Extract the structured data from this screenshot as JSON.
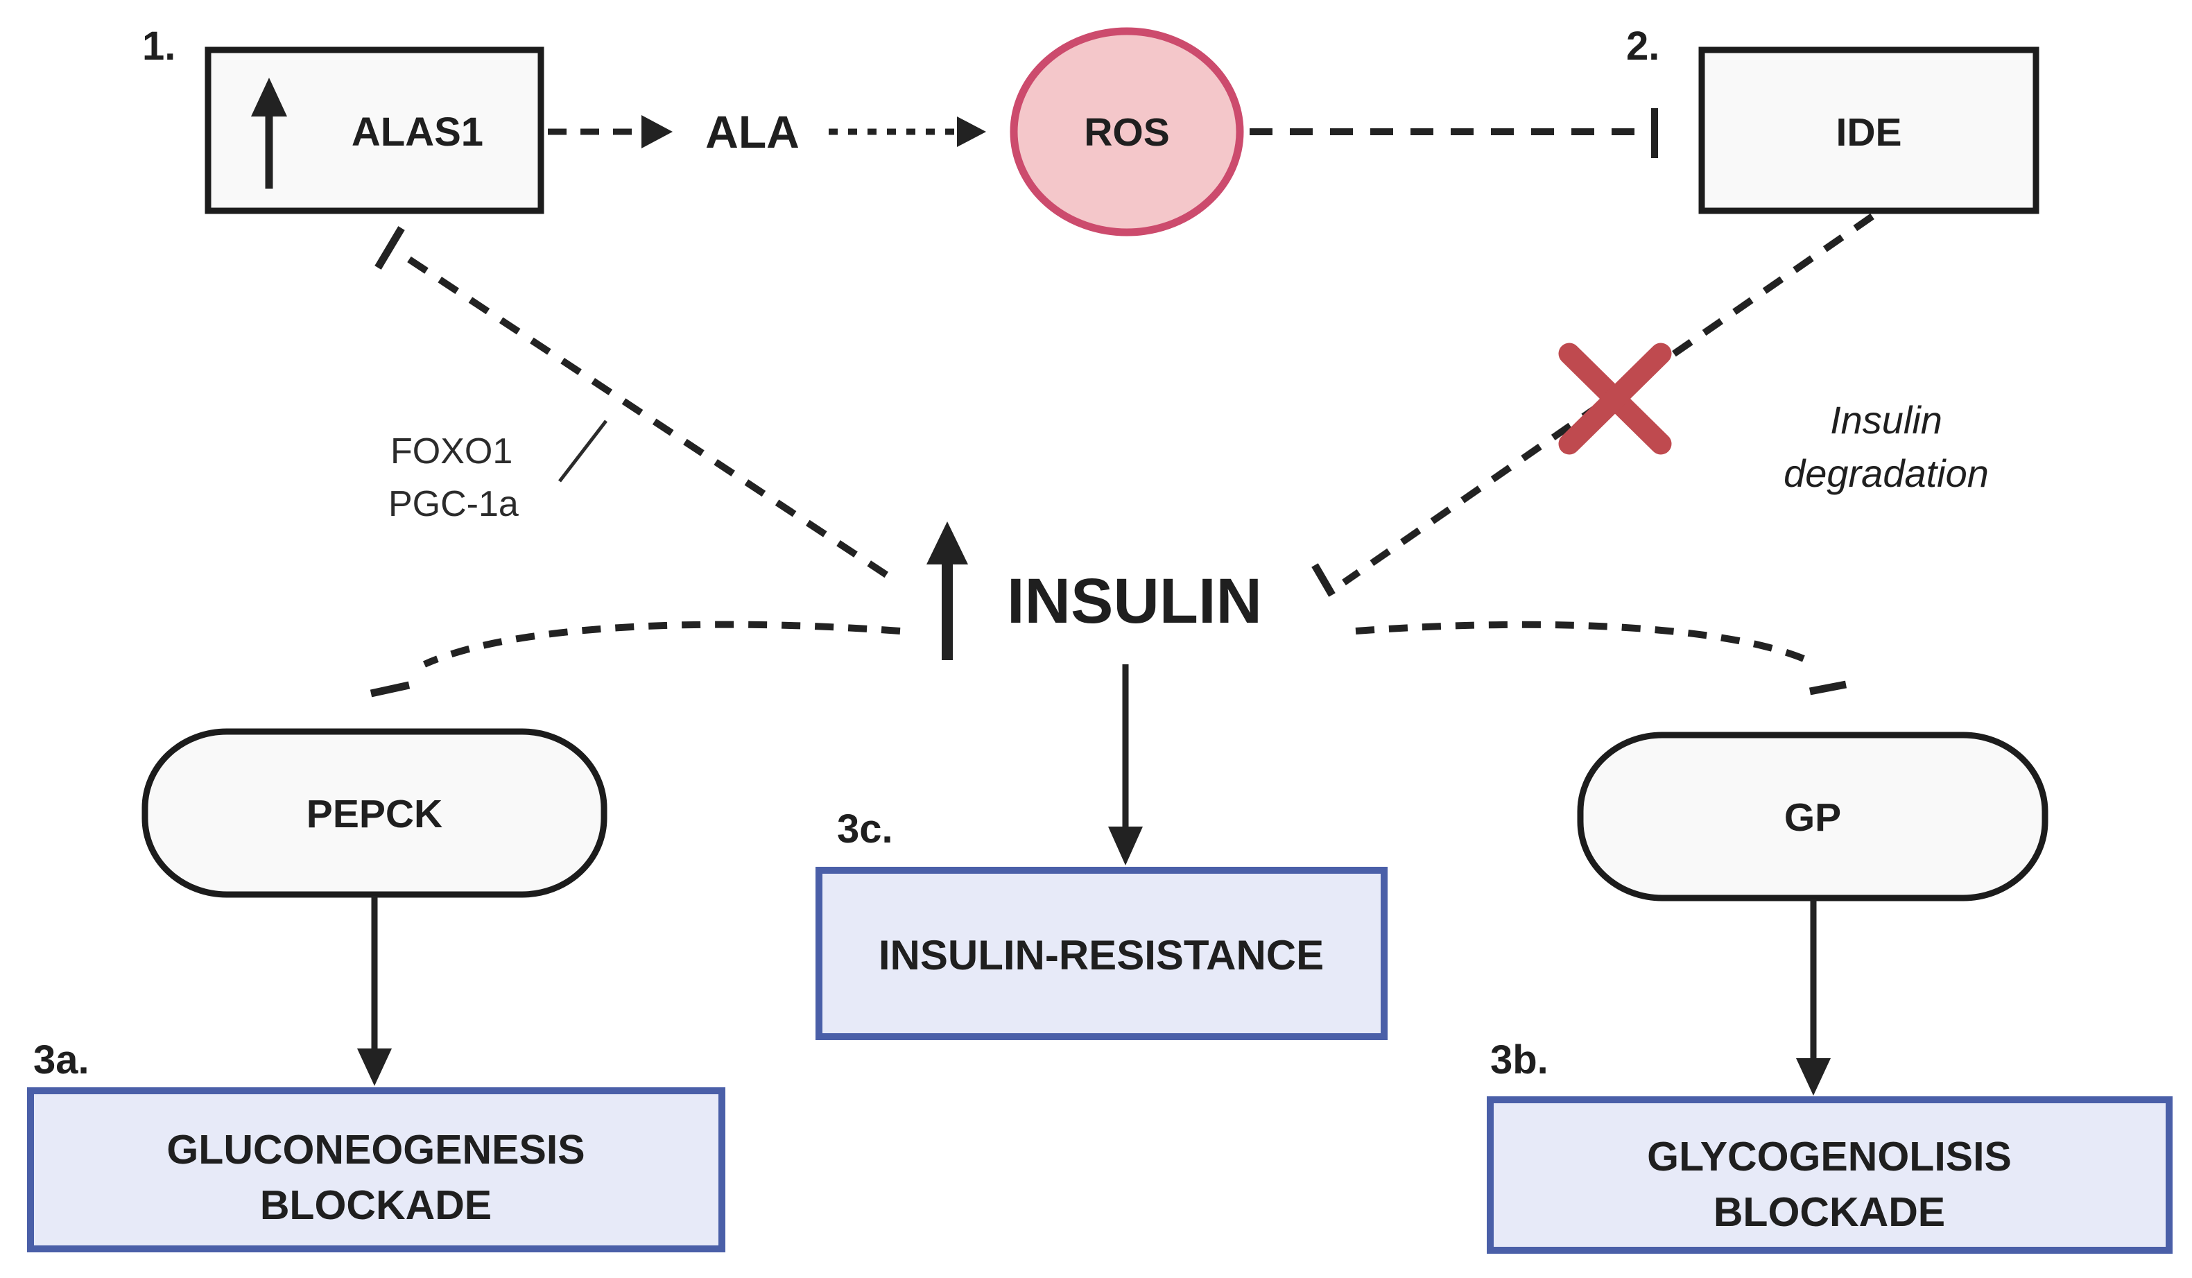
{
  "diagram": {
    "title_implicit": "Insulin pathway blockade diagram",
    "colors": {
      "background": "#ffffff",
      "line": "#222222",
      "text": "#1f1f1f",
      "node_fill": "#f9f9f9",
      "node_border": "#1c1c1c",
      "ros_fill": "#f4c7ca",
      "ros_border": "#cc4b6d",
      "cross_red": "#bf4a4f",
      "outcome_fill": "#e7eaf8",
      "outcome_border": "#4a5fa8"
    },
    "steps": {
      "step1": "1.",
      "step2": "2.",
      "step3a": "3a.",
      "step3b": "3b.",
      "step3c": "3c."
    },
    "nodes": {
      "alas1": {
        "label": "ALAS1"
      },
      "ala": {
        "label": "ALA"
      },
      "ros": {
        "label": "ROS"
      },
      "ide": {
        "label": "IDE"
      },
      "insulin": {
        "label": "INSULIN"
      },
      "pepck": {
        "label": "PEPCK"
      },
      "gp": {
        "label": "GP"
      },
      "insulin_resistance": {
        "label": "INSULIN-RESISTANCE"
      },
      "gluconeogenesis_blockade": {
        "line1": "GLUCONEOGENESIS",
        "line2": "BLOCKADE"
      },
      "glycogenolisis_blockade": {
        "line1": "GLYCOGENOLISIS",
        "line2": "BLOCKADE"
      }
    },
    "annotations": {
      "foxo1": "FOXO1",
      "pgc1a": "PGC-1a",
      "insulin_degradation_line1": "Insulin",
      "insulin_degradation_line2": "degradation"
    }
  }
}
